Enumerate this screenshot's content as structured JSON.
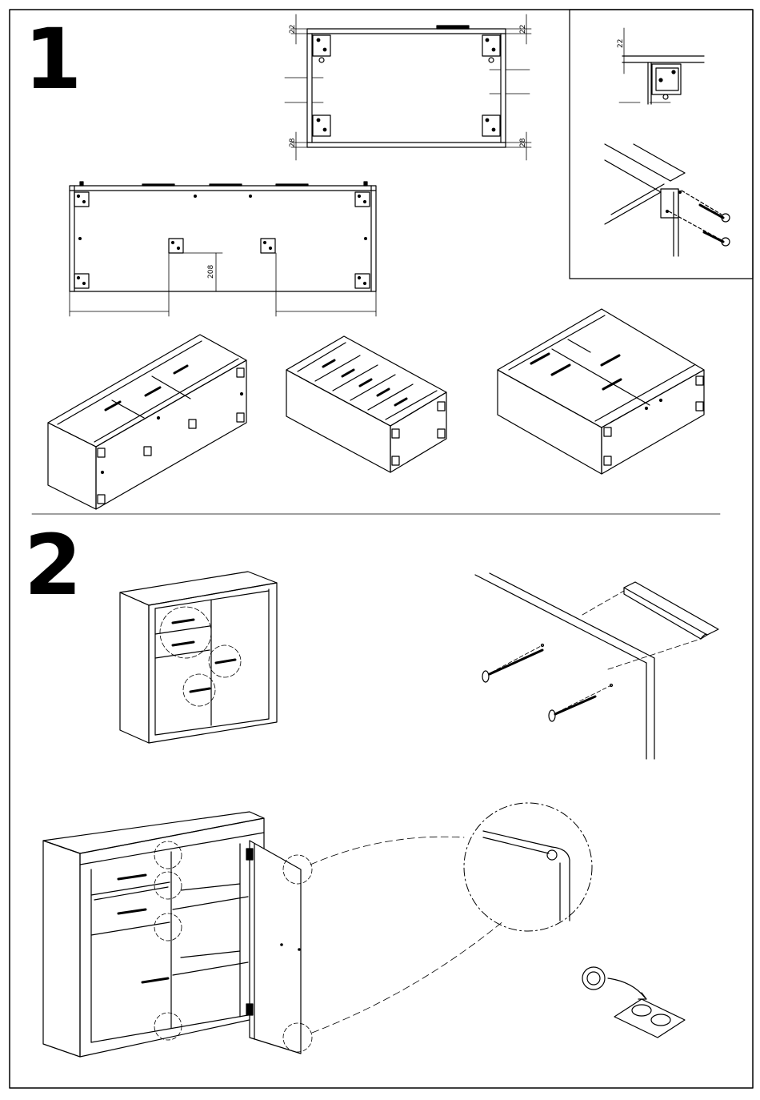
{
  "steps": [
    {
      "number": "1"
    },
    {
      "number": "2"
    }
  ],
  "dimensions": {
    "top_left": "22",
    "top_right": "22",
    "bottom_left": "28",
    "bottom_right": "28",
    "detail": "22",
    "bracket_height": "208"
  },
  "colors": {
    "line": "#000000",
    "background": "#ffffff"
  },
  "icons": [
    "corner-bracket-icon",
    "screw-icon",
    "handle-bolt-icon",
    "hinge-icon",
    "felt-pad-icon"
  ]
}
